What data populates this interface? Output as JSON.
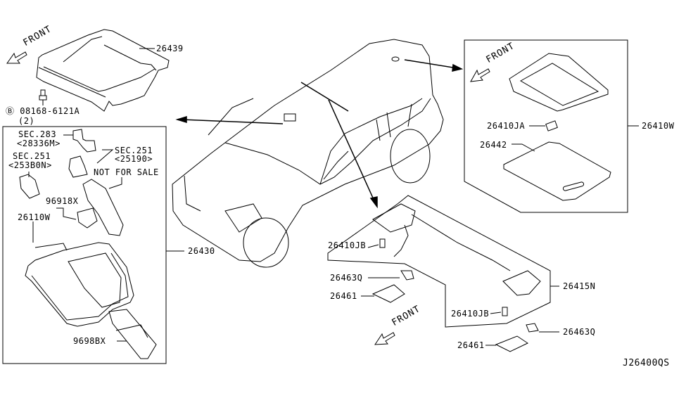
{
  "diagram": {
    "code": "J26400QS",
    "front_label": "FRONT",
    "parts": {
      "p26439": "26439",
      "bolt_ref": "Ⓑ 08168-6121A",
      "bolt_qty": "(2)",
      "sec283": "SEC.283",
      "sec283_sub": "<28336M>",
      "sec251a": "SEC.251",
      "sec251a_sub": "<253B0N>",
      "sec251b": "SEC.251",
      "sec251b_sub": "<25190>",
      "not_for_sale": "NOT FOR SALE",
      "p96918x": "96918X",
      "p26110w": "26110W",
      "p26430": "26430",
      "p9698bx": "9698BX",
      "p26410ja": "26410JA",
      "p26442": "26442",
      "p26410w": "26410W",
      "p26410jb_1": "26410JB",
      "p26410jb_2": "26410JB",
      "p26463q_1": "26463Q",
      "p26463q_2": "26463Q",
      "p26461_1": "26461",
      "p26461_2": "26461",
      "p26415n": "26415N"
    }
  }
}
